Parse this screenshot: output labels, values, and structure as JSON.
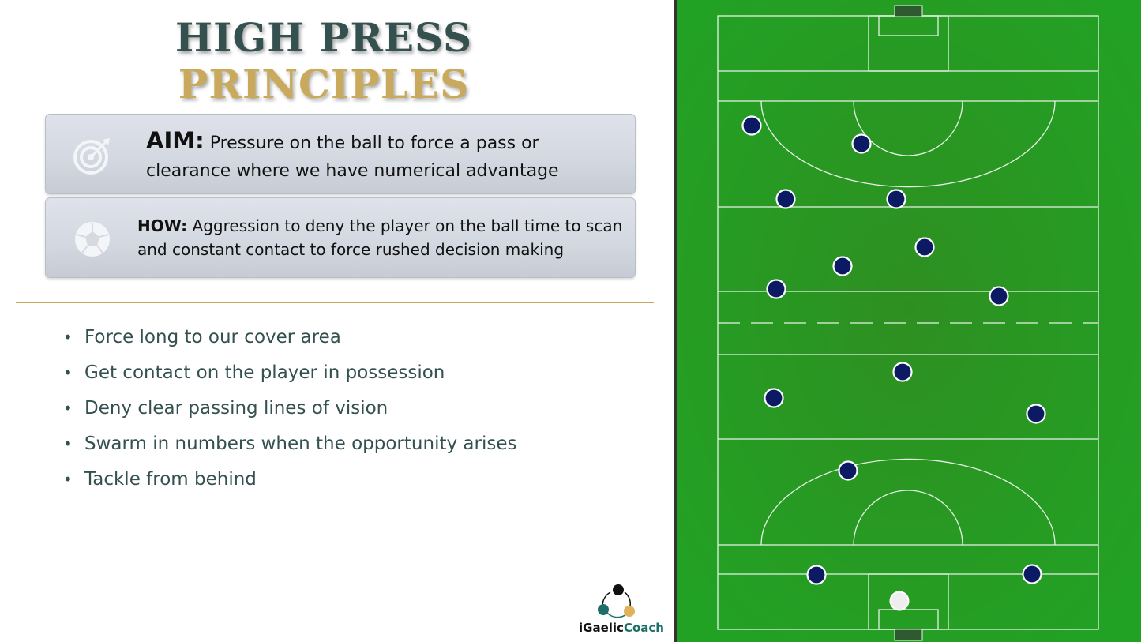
{
  "title": {
    "line1": "HIGH PRESS",
    "line2": "PRINCIPLES"
  },
  "cards": {
    "aim": {
      "label": "AIM:",
      "text": " Pressure on the ball to force a pass or clearance where we have numerical advantage",
      "icon": "target-icon"
    },
    "how": {
      "label": "HOW:",
      "text": " Aggression to deny the player on the ball time to scan and constant contact to force rushed decision making",
      "icon": "football-icon"
    }
  },
  "bullets": [
    "Force long to our cover area",
    "Get contact on the player in possession",
    "Deny clear passing lines of vision",
    "Swarm in numbers when the opportunity arises",
    "Tackle from behind"
  ],
  "logo": {
    "part1": "iGaelic",
    "part2": "Coach"
  },
  "colors": {
    "title_dark": "#34504f",
    "title_gold": "#c9a95b",
    "pitch_green": "#2a9a2a",
    "player_navy": "#0b1a63",
    "ball_white": "#eeeeee"
  }
}
